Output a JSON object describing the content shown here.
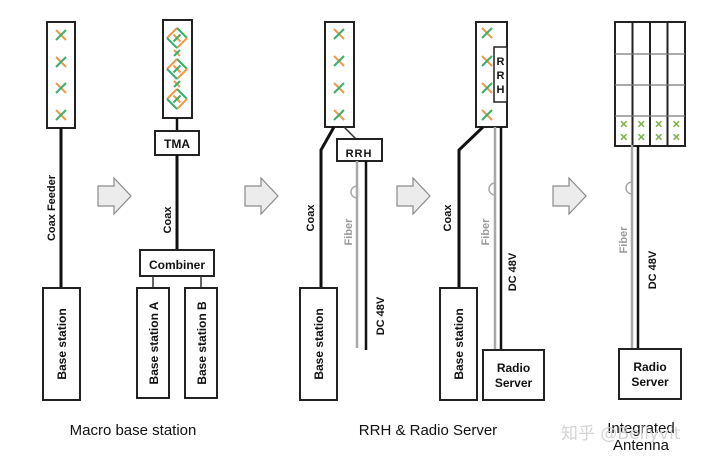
{
  "title": "Evolution of base station architecture",
  "colors": {
    "line": "#111111",
    "fiber": "#a8a8a8",
    "cross_green": "#3aae6c",
    "cross_orange": "#ee9a4a",
    "arrow_fill": "#ececec",
    "arrow_stroke": "#8a8a8a",
    "watermark": "#cfcfcf"
  },
  "stages": [
    {
      "id": "macro-single",
      "antenna": "antenna-4-cross",
      "cable_label": "Coax Feeder",
      "base_label": "Base station"
    },
    {
      "id": "macro-tma",
      "antenna": "antenna-diamond-cross",
      "tma_label": "TMA",
      "cable_label": "Coax",
      "combiner_label": "Combiner",
      "base_a_label": "Base station A",
      "base_b_label": "Base station B"
    },
    {
      "id": "rrh",
      "antenna": "antenna-4-cross",
      "rrh_label": "RRH",
      "coax_label": "Coax",
      "fiber_label": "Fiber",
      "dc_label": "DC 48V",
      "base_label": "Base station"
    },
    {
      "id": "rrh-integrated",
      "antenna": "antenna-4-cross-with-rrh",
      "rrh_label": "RRH",
      "coax_label": "Coax",
      "fiber_label": "Fiber",
      "dc_label": "DC 48V",
      "base_label": "Base station",
      "server_label_1": "Radio",
      "server_label_2": "Server"
    },
    {
      "id": "integrated-antenna",
      "antenna": "antenna-grid-array",
      "fiber_label": "Fiber",
      "dc_label": "DC 48V",
      "server_label_1": "Radio",
      "server_label_2": "Server"
    }
  ],
  "captions": {
    "macro": "Macro base station",
    "rrh": "RRH & Radio Server",
    "integrated_1": "Integrated",
    "integrated_2": "Antenna"
  },
  "rrh_vertical": [
    "R",
    "R",
    "H"
  ],
  "watermark": "知乎 @Bellyvit"
}
